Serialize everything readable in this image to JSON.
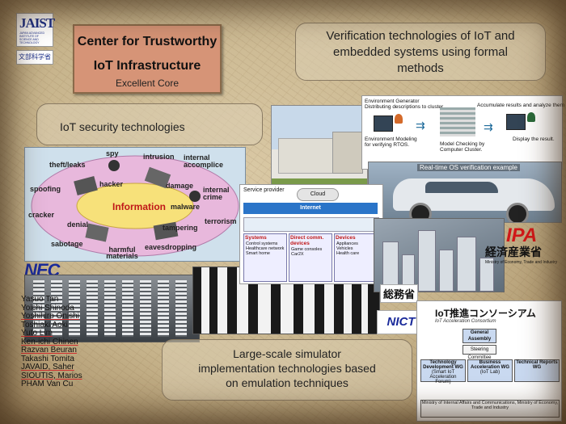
{
  "logos": {
    "jaist": "JAIST",
    "jaist_sub": "JAPAN ADVANCED INSTITUTE OF SCIENCE AND TECHNOLOGY",
    "mext": "文部科学省",
    "nec": "NEC",
    "ipa": "IPA",
    "meti": "経済産業省",
    "meti_sub": "Ministry of Economy, Trade and Industry",
    "mic": "総務省",
    "nict": "NICT"
  },
  "title": {
    "line1": "Center for Trustworthy",
    "line2": "IoT Infrastructure",
    "line3": "Excellent Core"
  },
  "boxes": {
    "verification": [
      "Verification technologies of IoT and",
      "embedded systems using formal",
      "methods"
    ],
    "iot_security": "IoT security technologies",
    "simulator": [
      "Large-scale simulator",
      "implementation technologies based",
      "on emulation techniques"
    ]
  },
  "threats": {
    "center": "Information",
    "words": [
      "spy",
      "theft/leaks",
      "intrusion",
      "internal accomplice",
      "hacker",
      "damage",
      "spoofing",
      "internal crime",
      "malware",
      "cracker",
      "denial",
      "terrorism",
      "tampering",
      "sabotage",
      "eavesdropping",
      "harmful materials"
    ]
  },
  "verif_diagram": {
    "env_top": "Environment Generator",
    "env_sub": "Distributing descriptions to cluster.",
    "accum": "Accumulate results and analyze them",
    "env_model": "Environment Modeling",
    "env_model2": "for verifying RTOS.",
    "model_check": "Model Checking by",
    "model_check2": "Computer Cluster.",
    "display": "Display the result."
  },
  "car_caption": "Real-time OS verification example",
  "network": {
    "provider": "Service provider",
    "cloud": "Cloud",
    "internet": "Internet",
    "systems": "Systems",
    "systems_items": [
      "Control systems",
      "Healthcare network",
      "Smart home"
    ],
    "direct": "Direct comm. devices",
    "direct_items": [
      "Game consoles",
      "Car2X"
    ],
    "devices": "Devices",
    "devices_items": [
      "Appliances",
      "Vehicles",
      "Health care"
    ]
  },
  "members": [
    [
      "Yasuo Tan",
      ""
    ],
    [
      "Yoichi Shinoda",
      ""
    ],
    [
      "Yoshihiro Onishi",
      "Onishi"
    ],
    [
      "Toshiaki Aoki",
      ""
    ],
    [
      "Yuto Lim",
      "Lim"
    ],
    [
      "Ken-ichi Chinen",
      "Chinen"
    ],
    [
      "Razvan Beuran",
      "Beuran"
    ],
    [
      "Takashi Tomita",
      ""
    ],
    [
      "JAVAID, Saher",
      "Saher"
    ],
    [
      "SIOUTIS, Marios",
      "Marios"
    ],
    [
      "PHAM Van Cu",
      ""
    ]
  ],
  "consortium": {
    "title": "IoT推進コンソーシアム",
    "subtitle": "IoT Acceleration Consortium",
    "general": "General Assembly",
    "steering": "Steering Committee",
    "wg1": "Technology Development WG",
    "wg1_sub": "(Smart IoT Acceleration Forum)",
    "wg2": "Business Acceleration WG",
    "wg2_sub": "(IoT Lab)",
    "wg3": "Technical Reports WG",
    "footer": "Ministry of Internal Affairs and Communications, Ministry of Economy, Trade and Industry"
  }
}
